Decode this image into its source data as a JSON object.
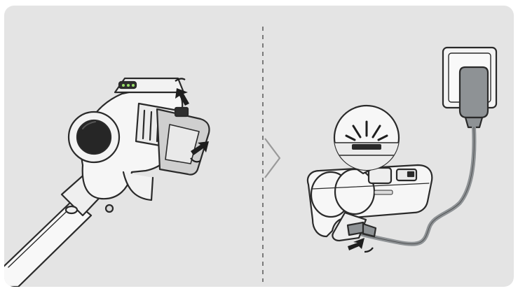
{
  "panels": [
    {
      "id": "step-remove-battery"
    },
    {
      "id": "step-charge-battery"
    }
  ],
  "divider": {
    "style": "dashed"
  },
  "colors": {
    "background": "#e4e4e4",
    "outline": "#2a2a2a",
    "body": "#f6f6f6",
    "battery_gray": "#c8c8c8",
    "charger_gray": "#8e9295",
    "arrow": "#1e1e1e"
  },
  "icons": [
    "vacuum-body-icon",
    "battery-icon",
    "press-arrow-icon",
    "charger-icon",
    "wall-socket-icon",
    "magnifier-icon",
    "next-chevron-icon"
  ]
}
